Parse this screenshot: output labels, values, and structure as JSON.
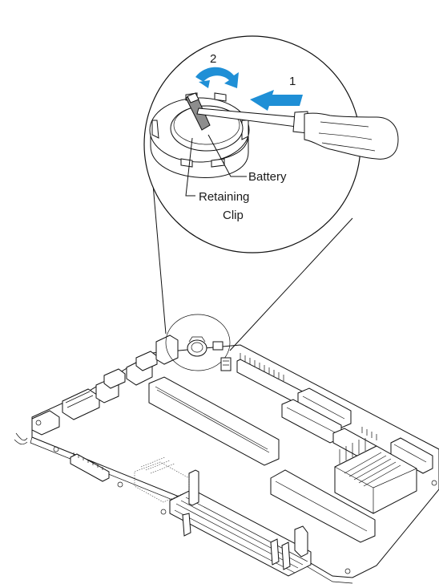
{
  "labels": {
    "battery": "Battery",
    "retaining_clip_line1": "Retaining",
    "retaining_clip_line2": "Clip",
    "step1": "1",
    "step2": "2"
  },
  "colors": {
    "arrow_blue": "#1f8fd6",
    "line": "#111111",
    "background": "#ffffff"
  },
  "icons": {
    "push_arrow": "push-arrow-icon",
    "rotate_arrow": "rotate-arrow-icon",
    "screwdriver": "screwdriver-icon"
  }
}
